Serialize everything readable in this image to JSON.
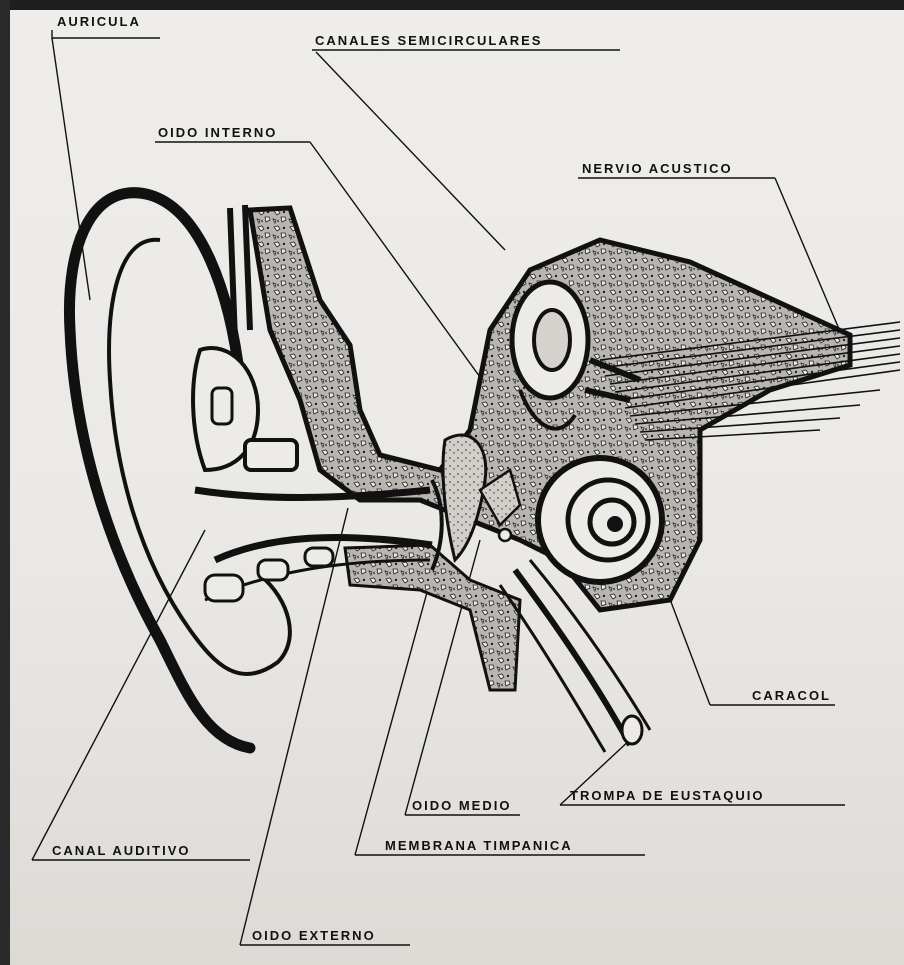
{
  "labels": {
    "auricula": "AURICULA",
    "canales_semicirculares": "CANALES SEMICIRCULARES",
    "oido_interno": "OIDO INTERNO",
    "nervio_acustico": "NERVIO ACUSTICO",
    "caracol": "CARACOL",
    "tromp_de_eustaquio": "TROMPA DE EUSTAQUIO",
    "oido_medio": "OIDO MEDIO",
    "membrana_timpanica": "MEMBRANA TIMPANICA",
    "canal_auditivo": "CANAL AUDITIVO",
    "oido_externo": "OIDO EXTERNO"
  },
  "colors": {
    "ink": "#111111",
    "paper": "#ecebe8",
    "bone_fill": "#bdbab5"
  }
}
